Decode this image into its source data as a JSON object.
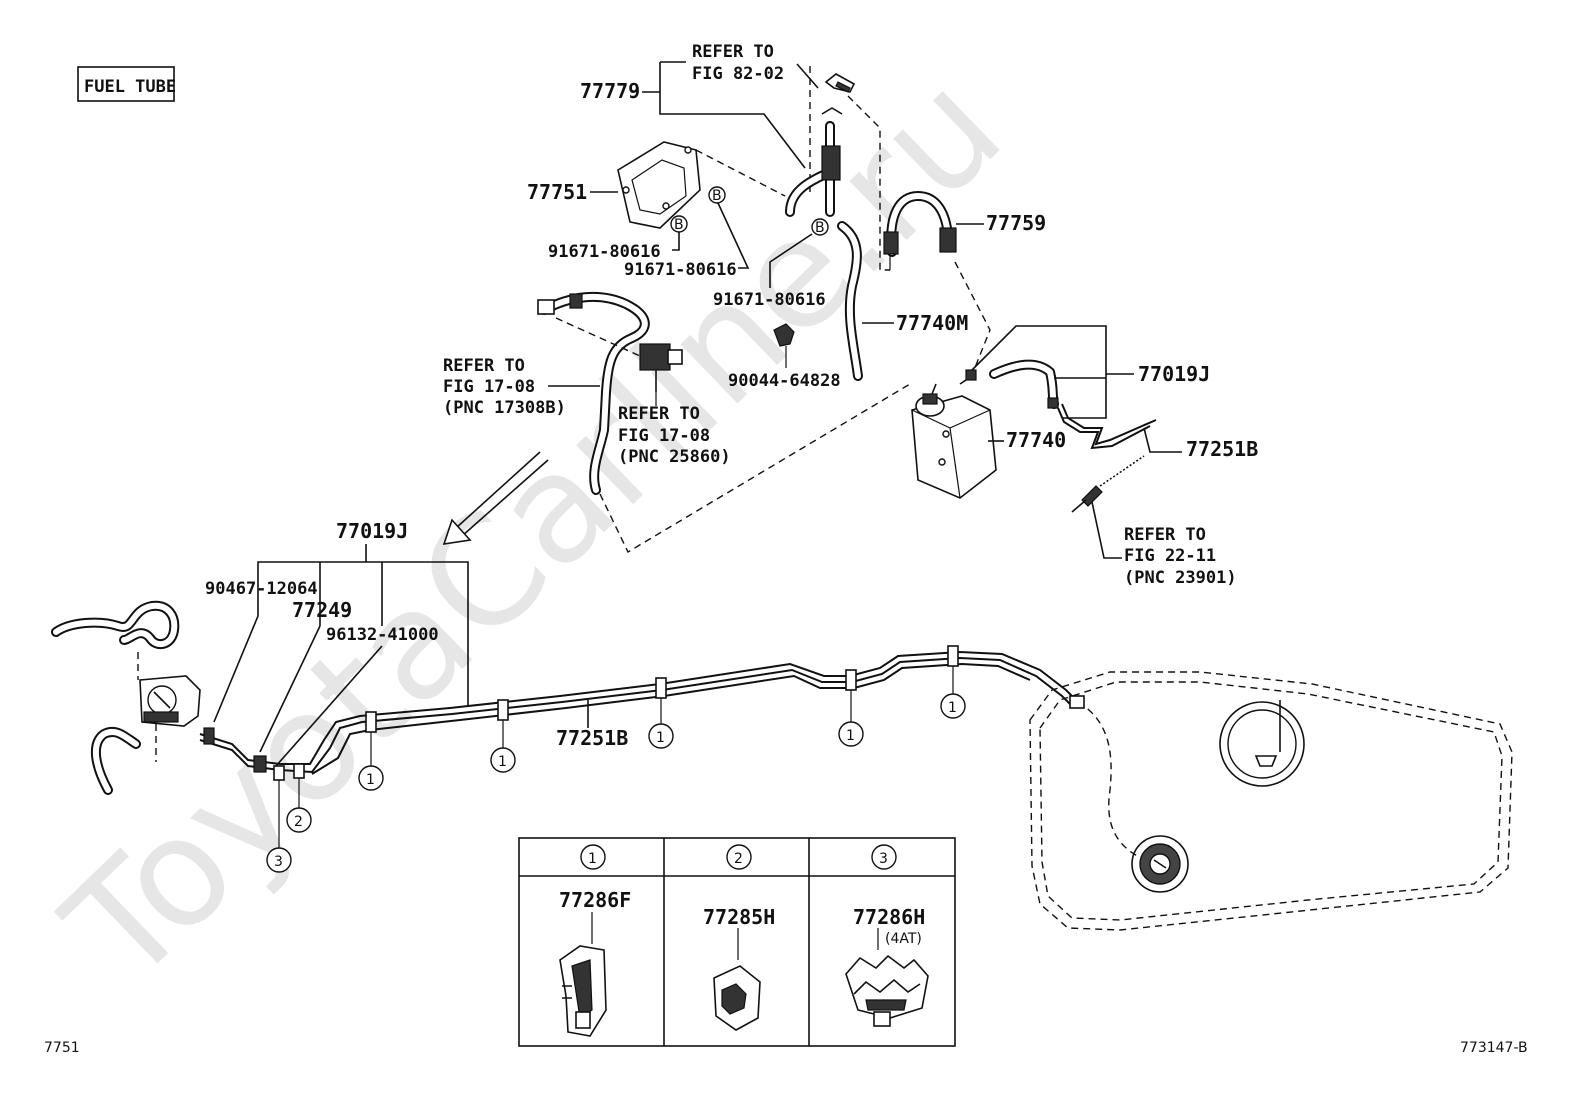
{
  "title_box": "FUEL TUBE",
  "watermark": "ToyotaCarline.ru",
  "footer_left": "7751",
  "footer_right": "773147-B",
  "callouts": {
    "p77779": "77779",
    "ref_82_a": "REFER TO",
    "ref_82_b": "FIG 82-02",
    "p77751": "77751",
    "p91671_a": "91671-80616",
    "p91671_b": "91671-80616",
    "p91671_c": "91671-80616",
    "p77759": "77759",
    "p77740m": "77740M",
    "p90044": "90044-64828",
    "ref_17_a1": "REFER TO",
    "ref_17_a2": "FIG 17-08",
    "ref_17_a3": "(PNC 17308B)",
    "ref_17_b1": "REFER TO",
    "ref_17_b2": "FIG 17-08",
    "ref_17_b3": "(PNC 25860)",
    "p77019j_top": "77019J",
    "p77740": "77740",
    "p77251b_top": "77251B",
    "ref_22_1": "REFER TO",
    "ref_22_2": "FIG 22-11",
    "ref_22_3": "(PNC 23901)",
    "p77019j_mid": "77019J",
    "p90467": "90467-12064",
    "p77249": "77249",
    "p96132": "96132-41000",
    "p77251b_mid": "77251B"
  },
  "bolt_markers": [
    "B",
    "B",
    "B"
  ],
  "clamp_markers": [
    "1",
    "1",
    "1",
    "1",
    "1",
    "2",
    "3"
  ],
  "legend": {
    "headers": [
      "1",
      "2",
      "3"
    ],
    "parts": [
      "77286F",
      "77285H",
      "77286H"
    ],
    "note_3": "(4AT)"
  }
}
